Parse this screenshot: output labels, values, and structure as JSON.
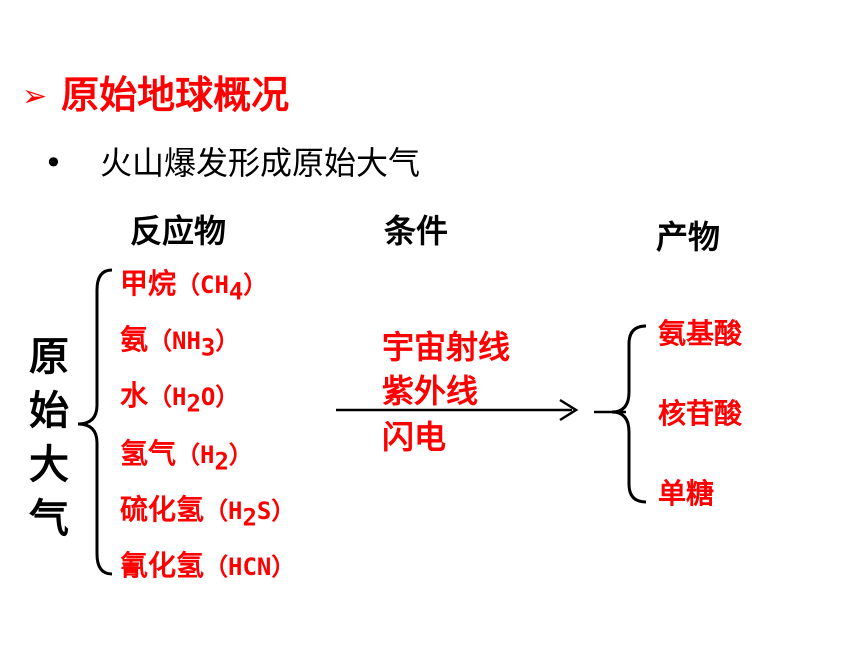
{
  "heading": {
    "marker": "➢",
    "text": "原始地球概况"
  },
  "bullet": {
    "marker": "•",
    "text": "火山爆发形成原始大气"
  },
  "columns": {
    "reactants": "反应物",
    "conditions": "条件",
    "products": "产物"
  },
  "side_label": [
    "原",
    "始",
    "大",
    "气"
  ],
  "reactants": [
    {
      "name": "甲烷",
      "formula_prefix": "（CH",
      "sub": "4",
      "formula_suffix": "）"
    },
    {
      "name": "氨",
      "formula_prefix": "（NH",
      "sub": "3",
      "formula_suffix": "）"
    },
    {
      "name": "水",
      "formula_prefix": "（H",
      "sub": "2",
      "formula_suffix": "O）"
    },
    {
      "name": "氢气",
      "formula_prefix": "（H",
      "sub": "2",
      "formula_suffix": "）"
    },
    {
      "name": "硫化氢",
      "formula_prefix": "（H",
      "sub": "2",
      "formula_suffix": "S）"
    },
    {
      "name": "氰化氢",
      "formula_prefix": "（HCN）",
      "sub": "",
      "formula_suffix": ""
    }
  ],
  "conditions": [
    "宇宙射线",
    "紫外线",
    "闪电"
  ],
  "products": [
    "氨基酸",
    "核苷酸",
    "单糖"
  ],
  "colors": {
    "accent": "#ff0000",
    "text": "#000000"
  }
}
